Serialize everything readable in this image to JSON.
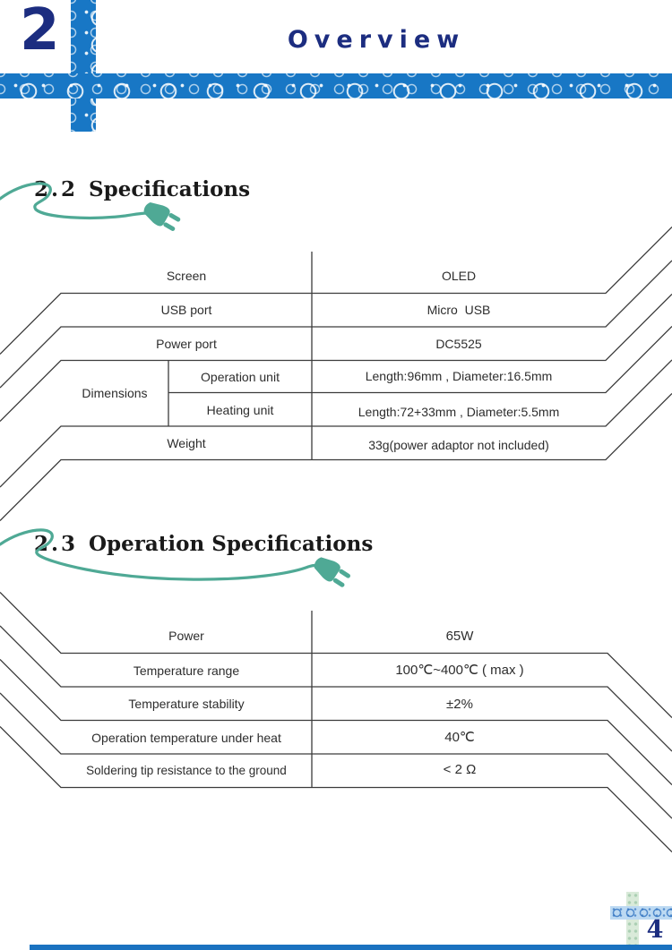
{
  "page": {
    "chapter_number": "2",
    "header_title": "Overview",
    "page_number": "4"
  },
  "sections": {
    "specifications": {
      "number": "2.2",
      "title": "Specifications"
    },
    "operation": {
      "number": "2.3",
      "title": "Operation Specifications"
    }
  },
  "spec_table": {
    "group_label": "Dimensions",
    "rows": [
      {
        "label": "Screen",
        "value": "OLED"
      },
      {
        "label": "USB port",
        "value": "Micro  USB"
      },
      {
        "label": "Power port",
        "value": "DC5525"
      },
      {
        "label": "Operation unit",
        "value": "Length:96mm , Diameter:16.5mm"
      },
      {
        "label": "Heating unit",
        "value": "Length:72+33mm , Diameter:5.5mm"
      },
      {
        "label": "Weight",
        "value": "33g(power adaptor not included)"
      }
    ]
  },
  "operation_table": {
    "rows": [
      {
        "label": "Power",
        "value": "65W"
      },
      {
        "label": "Temperature range",
        "value": "100℃~400℃ ( max )"
      },
      {
        "label": "Temperature stability",
        "value": "±2%"
      },
      {
        "label": "Operation temperature under heat",
        "value": "40℃"
      },
      {
        "label": "Soldering tip resistance to the ground",
        "value": "< 2 Ω"
      }
    ]
  },
  "icons": {
    "cable_plug": "power-plug-with-cable",
    "gear_band": "gear-pattern-band"
  },
  "colors": {
    "band_blue": "#1877c5",
    "navy": "#1c2d80",
    "teal": "#4fa995",
    "table_line": "#3c3c3c"
  }
}
